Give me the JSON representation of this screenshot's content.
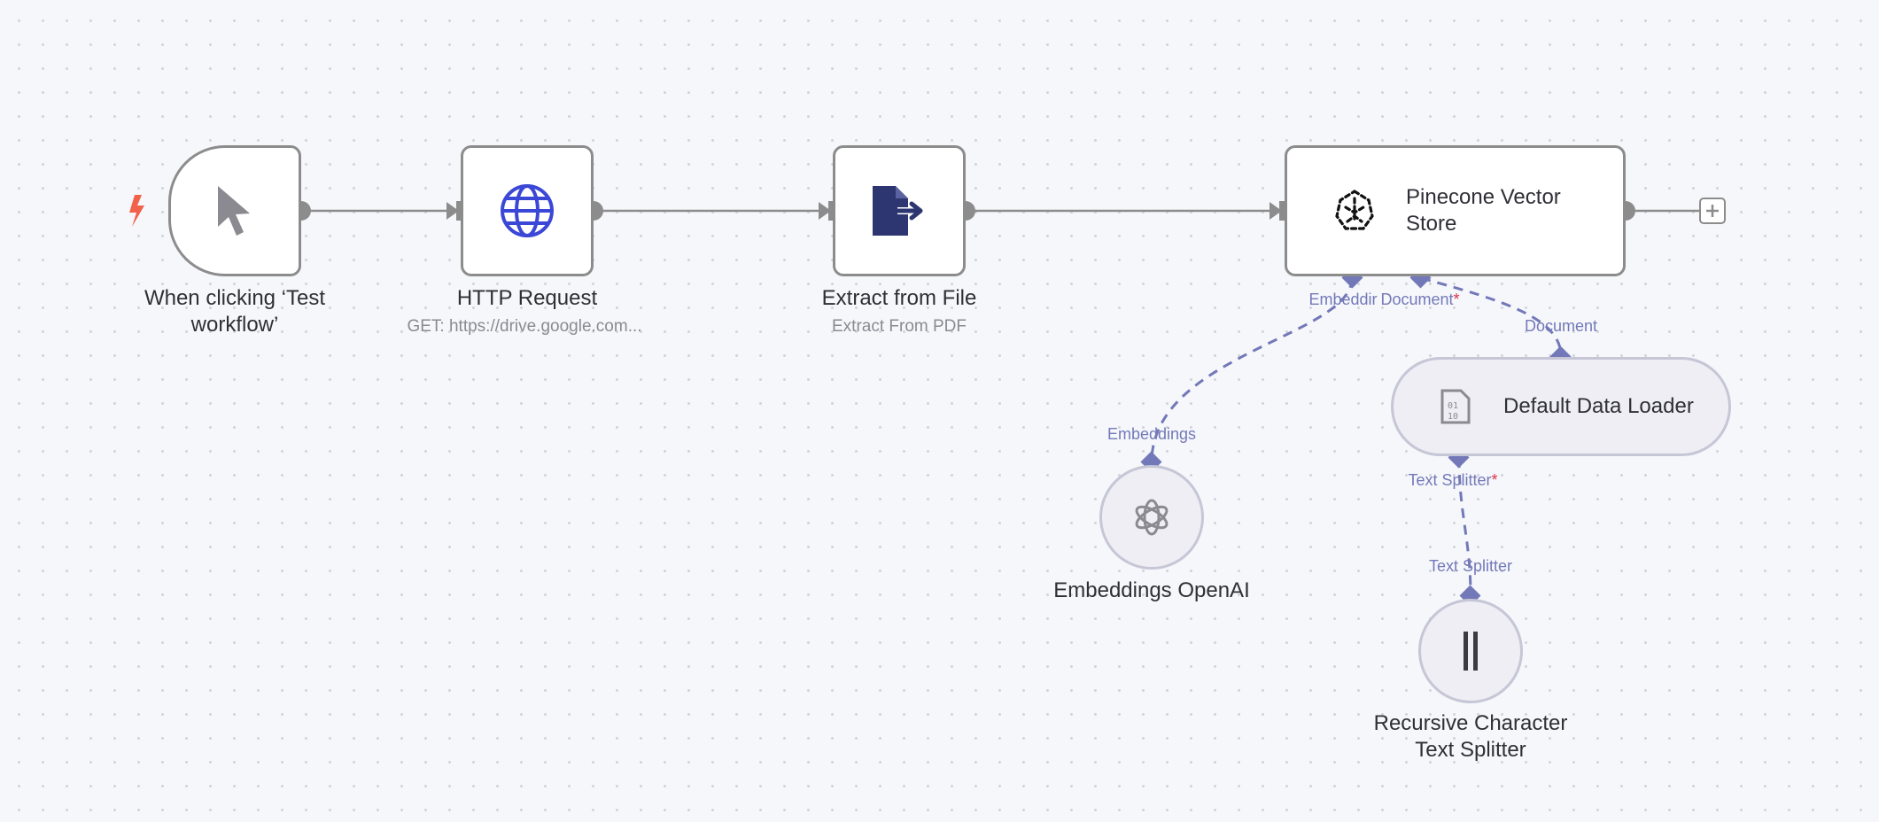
{
  "nodes": {
    "trigger": {
      "title": "When clicking ‘Test workflow’",
      "icon": "pointer-icon"
    },
    "http": {
      "title": "HTTP Request",
      "subtitle": "GET: https://drive.google.com...",
      "icon": "globe-icon"
    },
    "extract": {
      "title": "Extract from File",
      "subtitle": "Extract From PDF",
      "icon": "file-export-icon"
    },
    "pinecone": {
      "title": "Pinecone Vector Store",
      "icon": "pinecone-icon"
    },
    "loader": {
      "title": "Default Data Loader",
      "icon": "binary-file-icon"
    },
    "embeddings": {
      "title": "Embeddings OpenAI",
      "icon": "openai-icon"
    },
    "splitter": {
      "title": "Recursive Character Text Splitter",
      "icon": "split-bars-icon"
    }
  },
  "ports": {
    "pinecone_embedding": "Embeddir",
    "pinecone_document": "Document",
    "pinecone_document_required": "*",
    "loader_in": "Document",
    "loader_text_splitter": "Text Splitter",
    "loader_text_splitter_required": "*",
    "embeddings_out": "Embeddings",
    "splitter_out": "Text Splitter"
  },
  "colors": {
    "edge": "#8c8c8c",
    "sub_edge": "#7379b8",
    "trigger_bolt": "#f2624a",
    "globe": "#3b47d6",
    "file_icon": "#2d3670",
    "required": "#e0324a"
  }
}
